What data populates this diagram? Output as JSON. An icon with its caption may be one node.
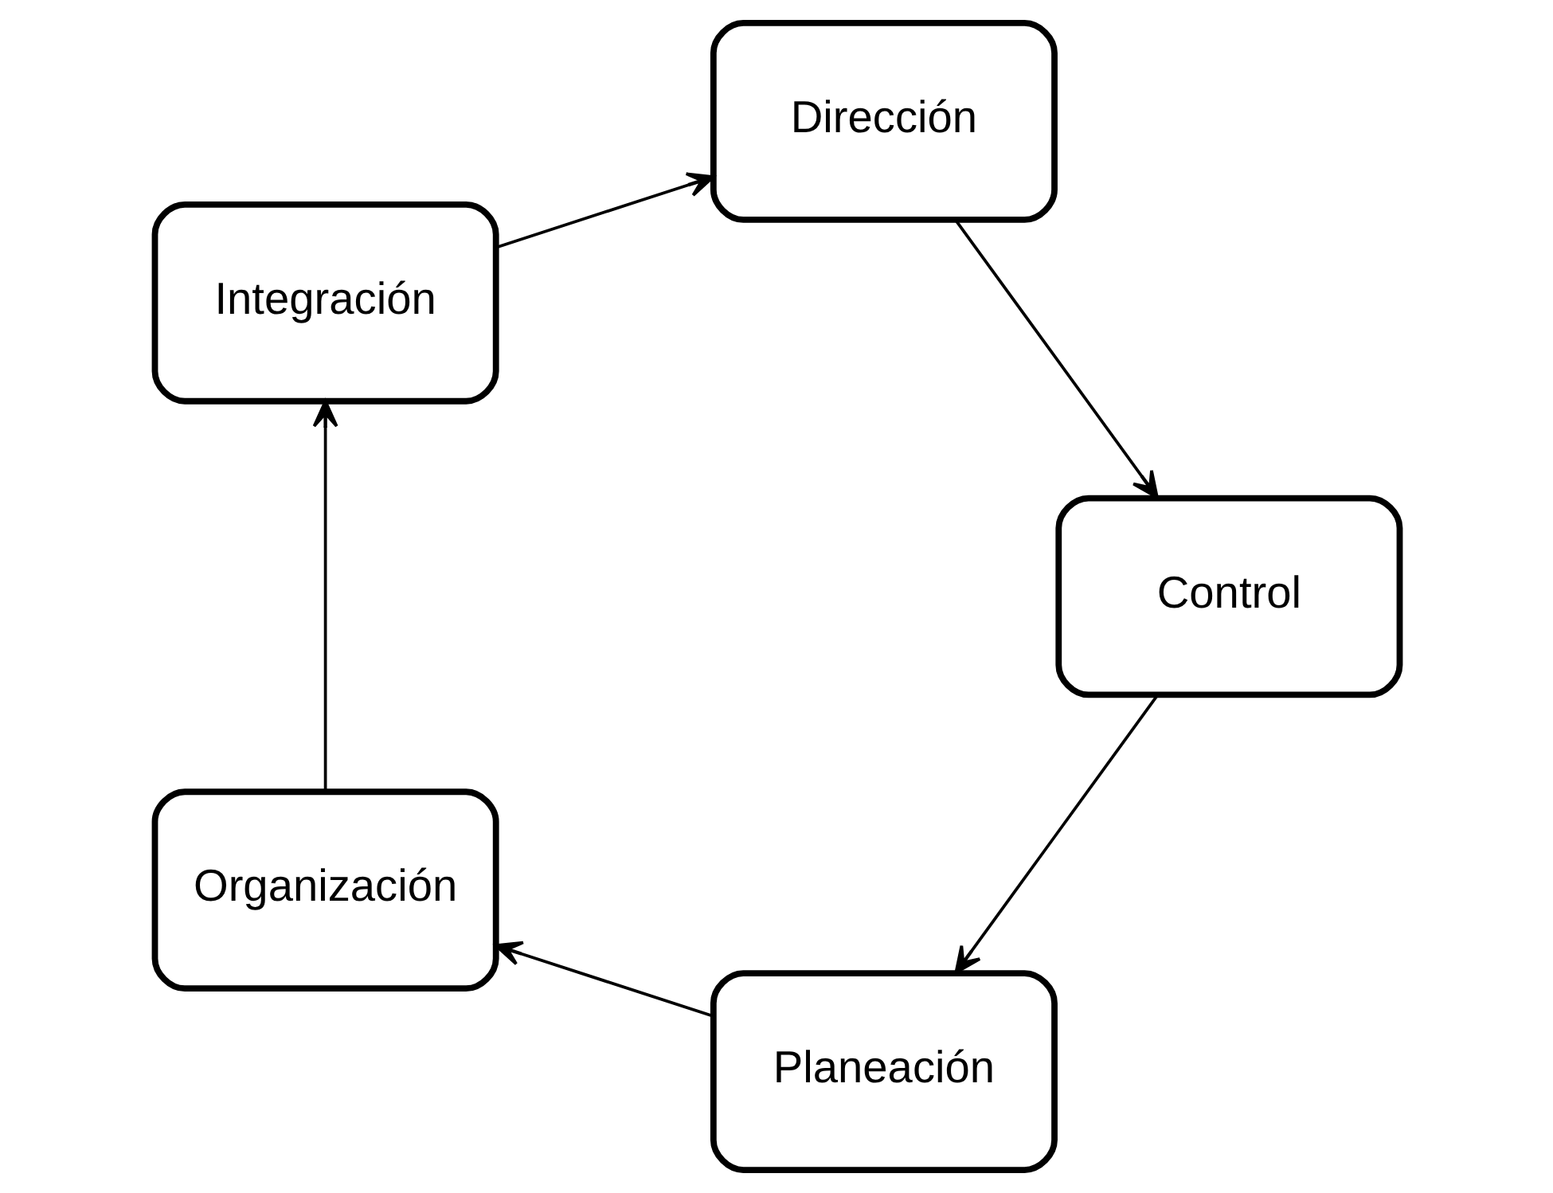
{
  "diagram": {
    "nodes": [
      {
        "text": [
          "Planeación"
        ]
      },
      {
        "text": [
          "Organización"
        ]
      },
      {
        "text": [
          "Integración"
        ]
      },
      {
        "text": [
          "Dirección"
        ]
      },
      {
        "text": [
          "Control"
        ]
      }
    ],
    "edges": [
      {
        "from": 0,
        "to": 1,
        "arrow": "to"
      },
      {
        "from": 1,
        "to": 2,
        "arrow": "to"
      },
      {
        "from": 2,
        "to": 3,
        "arrow": "to"
      },
      {
        "from": 3,
        "to": 4,
        "arrow": "to"
      },
      {
        "from": 4,
        "to": 0,
        "arrow": "to"
      }
    ]
  }
}
